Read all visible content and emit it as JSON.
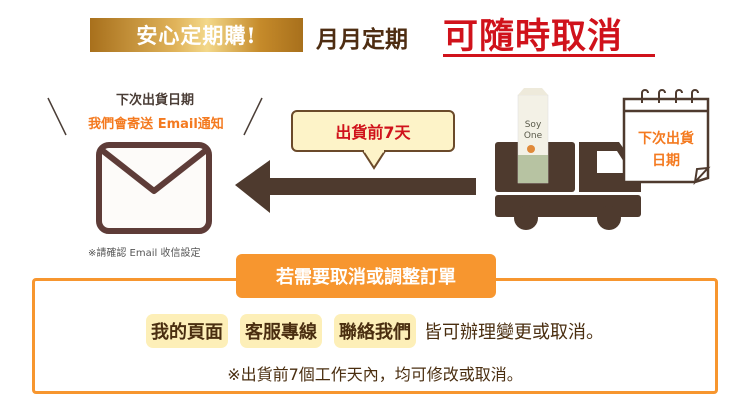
{
  "header": {
    "banner": "安心定期購!",
    "monthly": "月月定期",
    "cancel_anytime": "可隨時取消"
  },
  "email": {
    "next_date": "下次出貨日期",
    "notify": "我們會寄送 Email通知",
    "hint": "※請確認 Email 收信設定"
  },
  "bubble": {
    "label": "出貨前7天"
  },
  "product": {
    "brand": "Soy One"
  },
  "calendar": {
    "line1": "下次出貨",
    "line2": "日期"
  },
  "cancel_box": {
    "title": "若需要取消或調整訂單",
    "options": [
      "我的頁面",
      "客服專線",
      "聯絡我們"
    ],
    "options_suffix": "皆可辦理變更或取消。",
    "note": "※出貨前7個工作天內，均可修改或取消。"
  },
  "colors": {
    "brown": "#4e3a2e",
    "orange": "#f7962f",
    "red": "#d0121b",
    "yellow": "#fdefb8"
  }
}
